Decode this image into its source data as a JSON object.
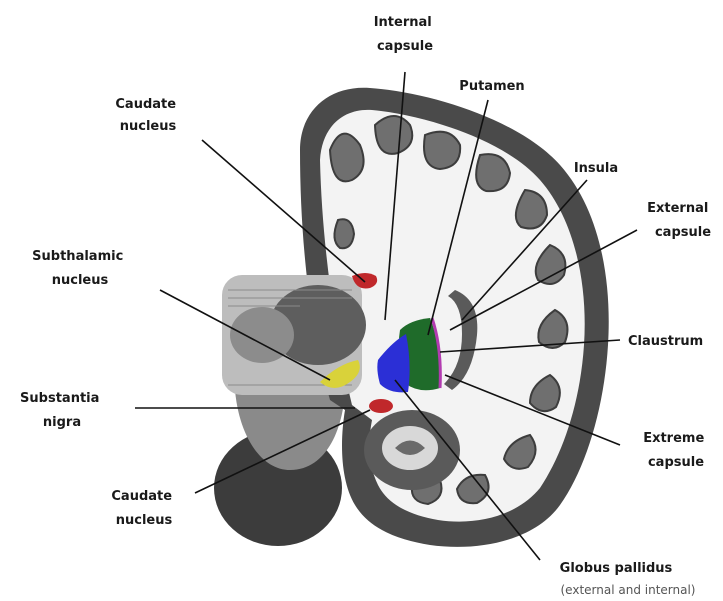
{
  "labels": {
    "internal_capsule": [
      "Internal",
      "capsule"
    ],
    "putamen": [
      "Putamen"
    ],
    "caudate_top": [
      "Caudate",
      "nucleus"
    ],
    "insula": [
      "Insula"
    ],
    "external_capsule": [
      "External",
      "capsule"
    ],
    "subthalamic": [
      "Subthalamic",
      "nucleus"
    ],
    "claustrum": [
      "Claustrum"
    ],
    "substantia_nigra": [
      "Substantia",
      "nigra"
    ],
    "extreme_capsule": [
      "Extreme",
      "capsule"
    ],
    "caudate_bottom": [
      "Caudate",
      "nucleus"
    ],
    "globus_pallidus": [
      "Globus pallidus"
    ],
    "globus_pallidus_sub": "(external and internal)"
  },
  "colors": {
    "caudate": "#c0282b",
    "putamen": "#1f6b2a",
    "globus_pallidus": "#2b2fd6",
    "subthalamic": "#d9d23a",
    "claustrum": "#b23bb0",
    "tissue_dark": "#4a4a4a",
    "tissue_mid": "#7a7a7a",
    "white_matter": "#f4f4f4"
  }
}
